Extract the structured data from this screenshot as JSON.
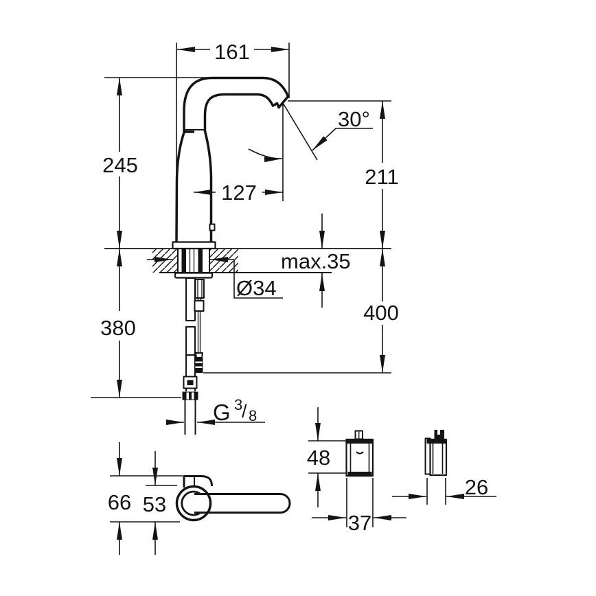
{
  "drawing": {
    "background": "#ffffff",
    "line_color": "#141414",
    "labels": {
      "spout_width": "161",
      "height_above_deck": "245",
      "spout_projection": "127",
      "stream_angle": "30°",
      "outlet_height": "211",
      "deck_thickness_max": "max.35",
      "mounting_hole_diameter": "Ø34",
      "hose_length": "400",
      "shank_length": "380",
      "thread_g": "G",
      "thread_numerator": "3",
      "thread_slash": "/",
      "thread_denominator": "8",
      "plan_depth": "66",
      "plan_base_diameter": "53",
      "power_box_height": "48",
      "power_box_width": "37",
      "power_box_depth": "26"
    }
  }
}
